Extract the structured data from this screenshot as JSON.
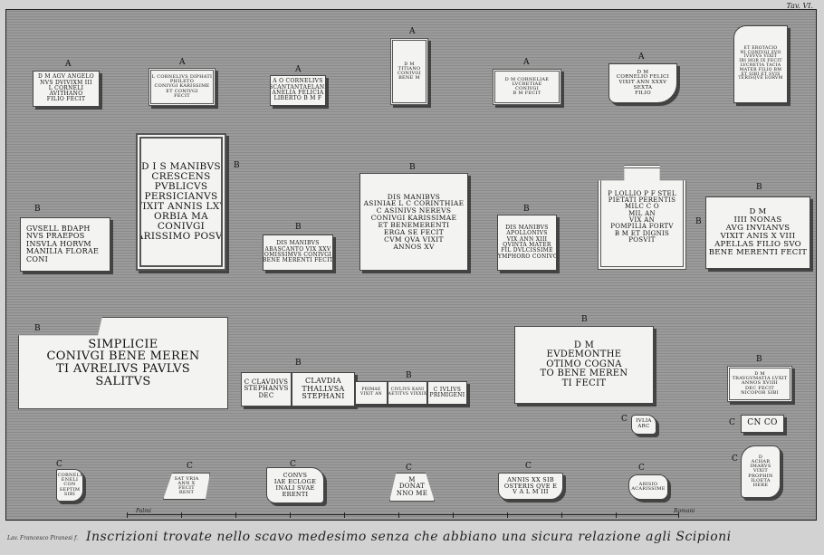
{
  "plate_number": "Tav. VI.",
  "signature": "Lav. Francesco Piranesi f.",
  "caption": "Inscrizioni trovate nello scavo medesimo senza che abbiano una sicura relazione agli Scipioni",
  "scale": {
    "left_label": "Palmi",
    "right_label": "Romani"
  },
  "labels": {
    "a": "A",
    "b": "B",
    "c": "C"
  },
  "inscriptions": {
    "a1": [
      "D M AGV ANGELO",
      "NVS DVIVIXM III",
      "L CORNELI",
      "AVITHANO",
      "FILIO FECIT"
    ],
    "a2": [
      "L CORNELIVS DIPHATI",
      "PHILETO",
      "CONIVGI KARISSIME",
      "ET CONIVGI",
      "FECIT"
    ],
    "a3": [
      "A O CORNELIVS",
      "SCANTANTAELANI",
      "ANELIA FELICIA",
      "LIBERTO B M F"
    ],
    "a4": [
      "D M",
      "TITIANO",
      "CONIVGI",
      "BENE M"
    ],
    "a5": [
      "D M CORNELIAE",
      "LVCRETIAE",
      "CONIVGI",
      "B M FECIT"
    ],
    "a6": [
      "D M",
      "CORNELIO FELICI",
      "VIXIT ANN XXXV",
      "SEXTA",
      "FILIO"
    ],
    "a7": [
      "ET EROTACIO",
      "NI CONIVGI SVO",
      "IVSVVS VIXIT",
      "IBI HOR IX FECIT",
      "LVCRETIA TACIA",
      "MATER FILIO BM",
      "ET SIBI ET SVIS",
      "TERISQVE EORVM"
    ],
    "b1": [
      "D I S MANIBVS",
      "CRESCENS",
      "PVBLICVS",
      "PERSICIANVS",
      "VIXIT ANNIS LXV",
      "ORBIA MA",
      "CONIVGI",
      "CARISSIMO POSVIT"
    ],
    "b2": [
      "GVSELL BDAPH",
      "NVS PRAEPOS",
      "INSVLA HORVM",
      "MANILIA FLORAE",
      "CONI"
    ],
    "b3": [
      "DIS MANIBVS",
      "ABASCANTO VIX XXV",
      "OMISSIMVS CONIVGI",
      "BENE MERENTI FECIT"
    ],
    "b4": [
      "DIS MANIBVS",
      "ASINIAE L C CORINTHIAE",
      "C ASINIVS NEREVS",
      "CONIVGI KARISSIMAE",
      "ET BENEMERENTI",
      "ERGA SE FECIT",
      "CVM QVA VIXIT",
      "ANNOS XV"
    ],
    "b5": [
      "DIS MANIBVS",
      "APOLLONIVS",
      "VIX ANN XIII",
      "QVINTA MATER",
      "FIL DVLCISSIME",
      "SYMPHORO CONIVGI"
    ],
    "b6": [
      "P LOLLIO P F STEL",
      "PIETATI PERENTIS",
      "MILC C O",
      "MIL AN",
      "VIX AN",
      "POMPILIA FORTV",
      "B M ET DIGNIS",
      "POSVIT"
    ],
    "b7": [
      "D M",
      "IIII NONAS",
      "AVG INVIANVS",
      "VIXIT ANIS X VIII",
      "APELLAS FILIO SVO",
      "BENE MERENTI FECIT"
    ],
    "b8": [
      "SIMPLICIE",
      "CONIVGI BENE MEREN",
      "TI AVRELIVS PAVLVS",
      "SALITVS"
    ],
    "b9": [
      "C CLAVDIVS",
      "STEPHANVS",
      "DEC"
    ],
    "b10": [
      "CLAVDIA",
      "THALLVSA",
      "STEPHANI"
    ],
    "b11": [
      "PRIMAE",
      "VIXIT AN"
    ],
    "b12": [
      "CIVLIVS KANI",
      "AETITVS VIXXIX"
    ],
    "b13": [
      "C IVLIVS",
      "PRIMIGENI"
    ],
    "b14": [
      "D M",
      "EVDEMONTHE",
      "OTIMO COGNA",
      "TO BENE MEREN",
      "TI FECIT"
    ],
    "b15": [
      "D M",
      "TRAVGVMATIA LVXIT",
      "ANNOS XVIIII",
      "DEC FECIT",
      "NICOPOR SIBI"
    ],
    "c1": [
      "IVLIA",
      "ARC"
    ],
    "c2": [
      "CN CO"
    ],
    "c3": [
      "CORNELI",
      "ENELI",
      "CON",
      "SEPTIM",
      "SIBI"
    ],
    "c4": [
      "SAT VRIA",
      "ANN X",
      "FECIT",
      "RENT"
    ],
    "c5": [
      "CONVS",
      "IAE ECLOGE",
      "INALI SVAE",
      "ERENTI"
    ],
    "c6": [
      "M",
      "DONAT",
      "NNO ME"
    ],
    "c7": [
      "ANNIS XX SIB",
      "OSTERIS QVE E",
      "V A L M III"
    ],
    "c8": [
      "ARISIO",
      "ACARISSIME"
    ],
    "c9": [
      "D",
      "ACHAR",
      "IMARVS",
      "VIXIT",
      "PROPHIN",
      "ILOETA",
      "HERE"
    ]
  }
}
